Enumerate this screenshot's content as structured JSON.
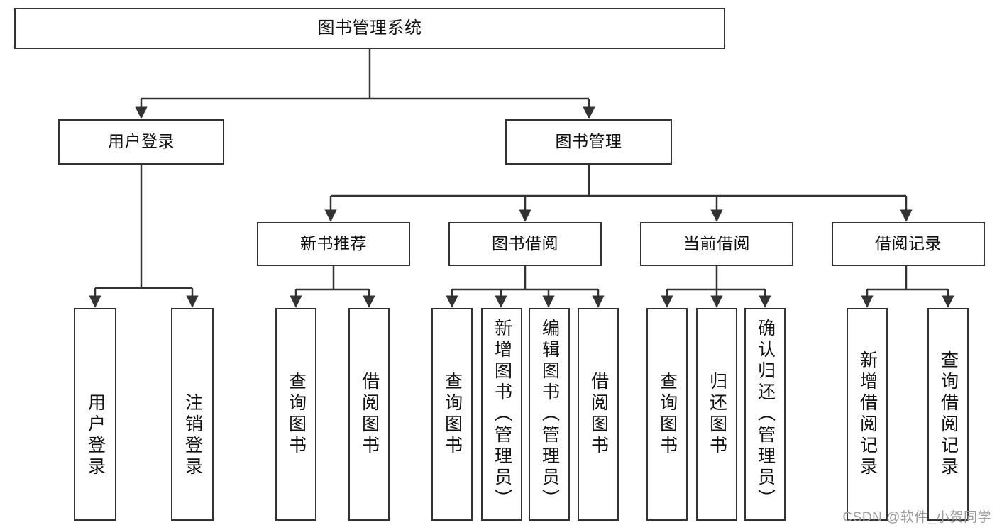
{
  "diagram": {
    "title": "图书管理系统",
    "watermark": "CSDN @软件_小贺同学",
    "line_color": "#333333",
    "box_fill": "#ffffff",
    "text_color": "#111111",
    "nodes": {
      "root": {
        "label": "图书管理系统"
      },
      "level2": [
        {
          "id": "user-login",
          "label": "用户登录"
        },
        {
          "id": "book-manage",
          "label": "图书管理"
        }
      ],
      "level3": [
        {
          "id": "new-book-rec",
          "label": "新书推荐"
        },
        {
          "id": "book-borrow",
          "label": "图书借阅"
        },
        {
          "id": "current-borrow",
          "label": "当前借阅"
        },
        {
          "id": "borrow-record",
          "label": "借阅记录"
        }
      ],
      "leaves": {
        "user-login": [
          {
            "id": "leaf-user-login",
            "label": "用户登录"
          },
          {
            "id": "leaf-user-logout",
            "label": "注销登录"
          }
        ],
        "new-book-rec": [
          {
            "id": "leaf-query-book-1",
            "label": "查询图书"
          },
          {
            "id": "leaf-borrow-book-1",
            "label": "借阅图书"
          }
        ],
        "book-borrow": [
          {
            "id": "leaf-query-book-2",
            "label": "查询图书"
          },
          {
            "id": "leaf-add-book",
            "label": "新增图书（管理员）"
          },
          {
            "id": "leaf-edit-book",
            "label": "编辑图书（管理员）"
          },
          {
            "id": "leaf-borrow-book-2",
            "label": "借阅图书"
          }
        ],
        "current-borrow": [
          {
            "id": "leaf-query-book-3",
            "label": "查询图书"
          },
          {
            "id": "leaf-return-book",
            "label": "归还图书"
          },
          {
            "id": "leaf-confirm-return",
            "label": "确认归还（管理员）"
          }
        ],
        "borrow-record": [
          {
            "id": "leaf-add-record",
            "label": "新增借阅记录"
          },
          {
            "id": "leaf-query-record",
            "label": "查询借阅记录"
          }
        ]
      }
    }
  }
}
